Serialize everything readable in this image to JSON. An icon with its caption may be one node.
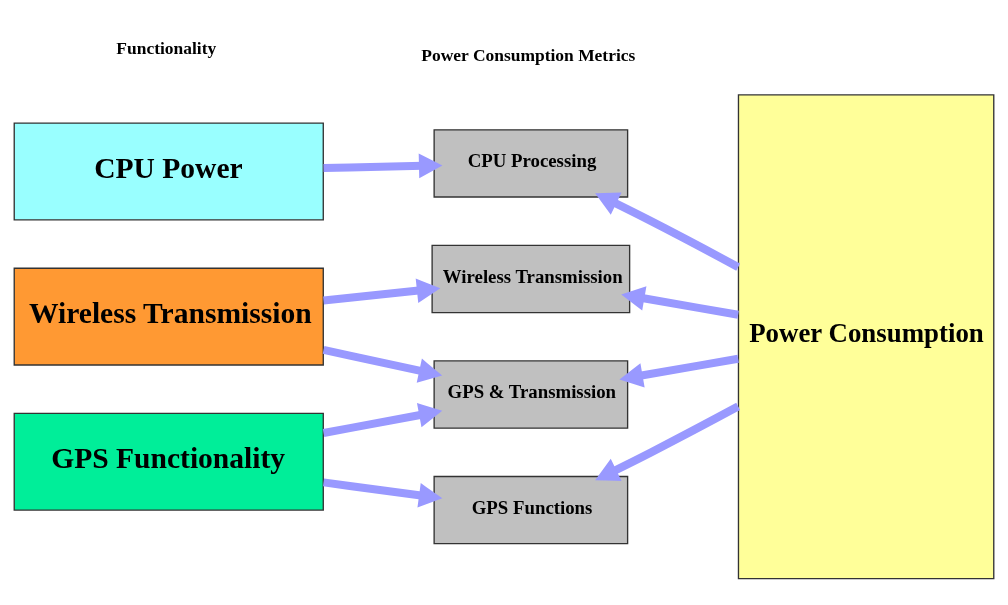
{
  "diagram": {
    "nodes": [
      {
        "text": [
          "CPU Power"
        ]
      },
      {
        "text": [
          "Wireless Transmission"
        ]
      },
      {
        "text": [
          "GPS Functionality"
        ]
      },
      {
        "text": [
          "CPU Processing"
        ]
      },
      {
        "text": [
          "Wireless Transmission"
        ]
      },
      {
        "text": [
          "GPS & Transmission"
        ]
      },
      {
        "text": [
          "GPS Functions"
        ]
      },
      {
        "text": [
          "Power Consumption"
        ]
      }
    ],
    "edges": [
      {
        "from": 0,
        "to": 3,
        "arrow": "to"
      },
      {
        "from": 1,
        "to": 4,
        "arrow": "to"
      },
      {
        "from": 1,
        "to": 5,
        "arrow": "to"
      },
      {
        "from": 2,
        "to": 5,
        "arrow": "to"
      },
      {
        "from": 2,
        "to": 6,
        "arrow": "to"
      },
      {
        "from": 7,
        "to": 3,
        "arrow": "to"
      },
      {
        "from": 7,
        "to": 4,
        "arrow": "to"
      },
      {
        "from": 7,
        "to": 5,
        "arrow": "to"
      },
      {
        "from": 7,
        "to": 6,
        "arrow": "to"
      }
    ],
    "labels": [
      "Functionality",
      "Power Consumption Metrics"
    ]
  }
}
